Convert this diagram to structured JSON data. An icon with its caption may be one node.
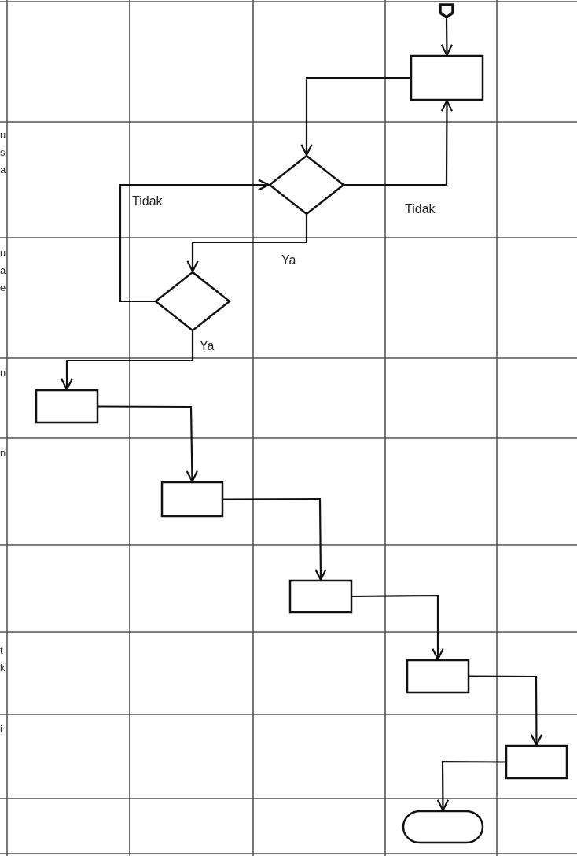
{
  "diagram": {
    "nodes": [
      {
        "text": [],
        "shape": "pentagon"
      },
      {
        "text": [],
        "shape": "box"
      },
      {
        "text": [],
        "shape": "diamond"
      },
      {
        "text": [],
        "shape": "diamond"
      },
      {
        "text": [],
        "shape": "box"
      },
      {
        "text": [],
        "shape": "box"
      },
      {
        "text": [],
        "shape": "box"
      },
      {
        "text": [],
        "shape": "box"
      },
      {
        "text": [],
        "shape": "box"
      },
      {
        "text": [],
        "shape": "oval"
      }
    ],
    "edges": [
      {
        "from": 0,
        "to": 1,
        "arrow": "to"
      },
      {
        "from": 1,
        "to": 2,
        "arrow": "to"
      },
      {
        "from": 2,
        "to": 1,
        "arrow": "to",
        "label": "Tidak"
      },
      {
        "from": 2,
        "to": 3,
        "arrow": "to",
        "label": "Ya"
      },
      {
        "from": 3,
        "to": 2,
        "arrow": "to",
        "label": "Tidak"
      },
      {
        "from": 3,
        "to": 4,
        "arrow": "to",
        "label": "Ya"
      },
      {
        "from": 4,
        "to": 5,
        "arrow": "to"
      },
      {
        "from": 5,
        "to": 6,
        "arrow": "to"
      },
      {
        "from": 6,
        "to": 7,
        "arrow": "to"
      },
      {
        "from": 7,
        "to": 8,
        "arrow": "to"
      },
      {
        "from": 8,
        "to": 9,
        "arrow": "to"
      }
    ],
    "labels": [
      "u",
      "s",
      "a",
      "u",
      "a",
      "e",
      "n",
      "n",
      "t",
      "k",
      "i"
    ]
  }
}
